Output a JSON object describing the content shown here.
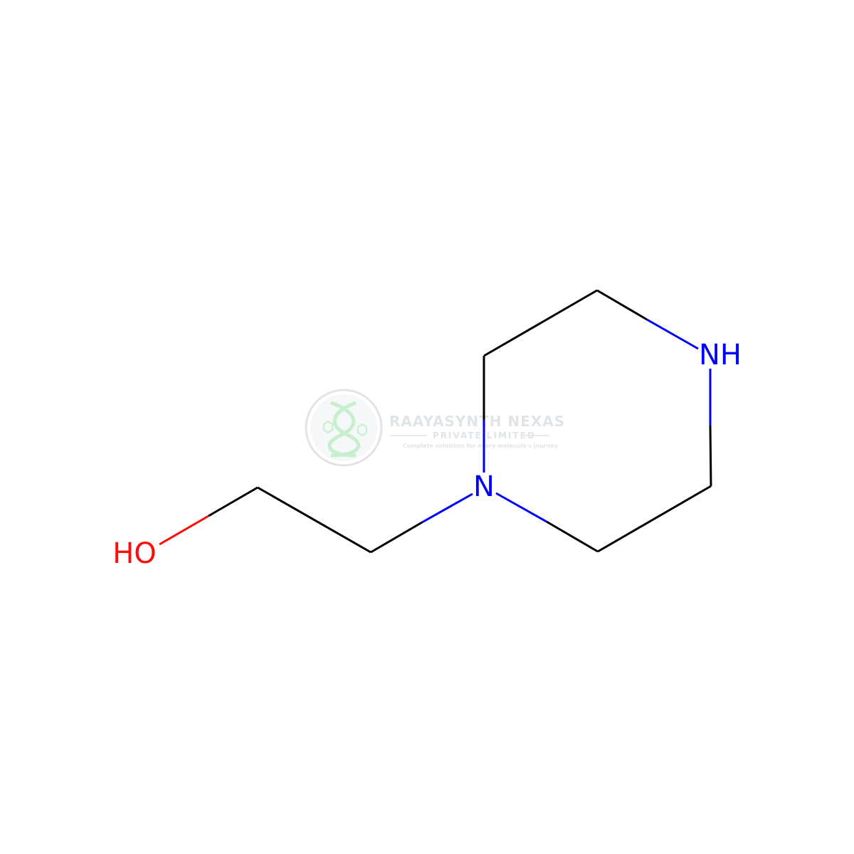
{
  "molecule": {
    "atoms": {
      "hydroxyl": "HO",
      "tertiary_amine": "N",
      "secondary_amine": "NH"
    },
    "colors": {
      "bond": "#000000",
      "oxygen": "#ff0d0d",
      "nitrogen": "#0000ff"
    }
  },
  "watermark": {
    "company": "RAAYASYNTH NEXAS",
    "subtitle": "PRIVATE LIMITED",
    "tagline": "Complete solutions for every molecule's journey",
    "color": "#c8cfd4",
    "accent": "#9be3a6"
  }
}
